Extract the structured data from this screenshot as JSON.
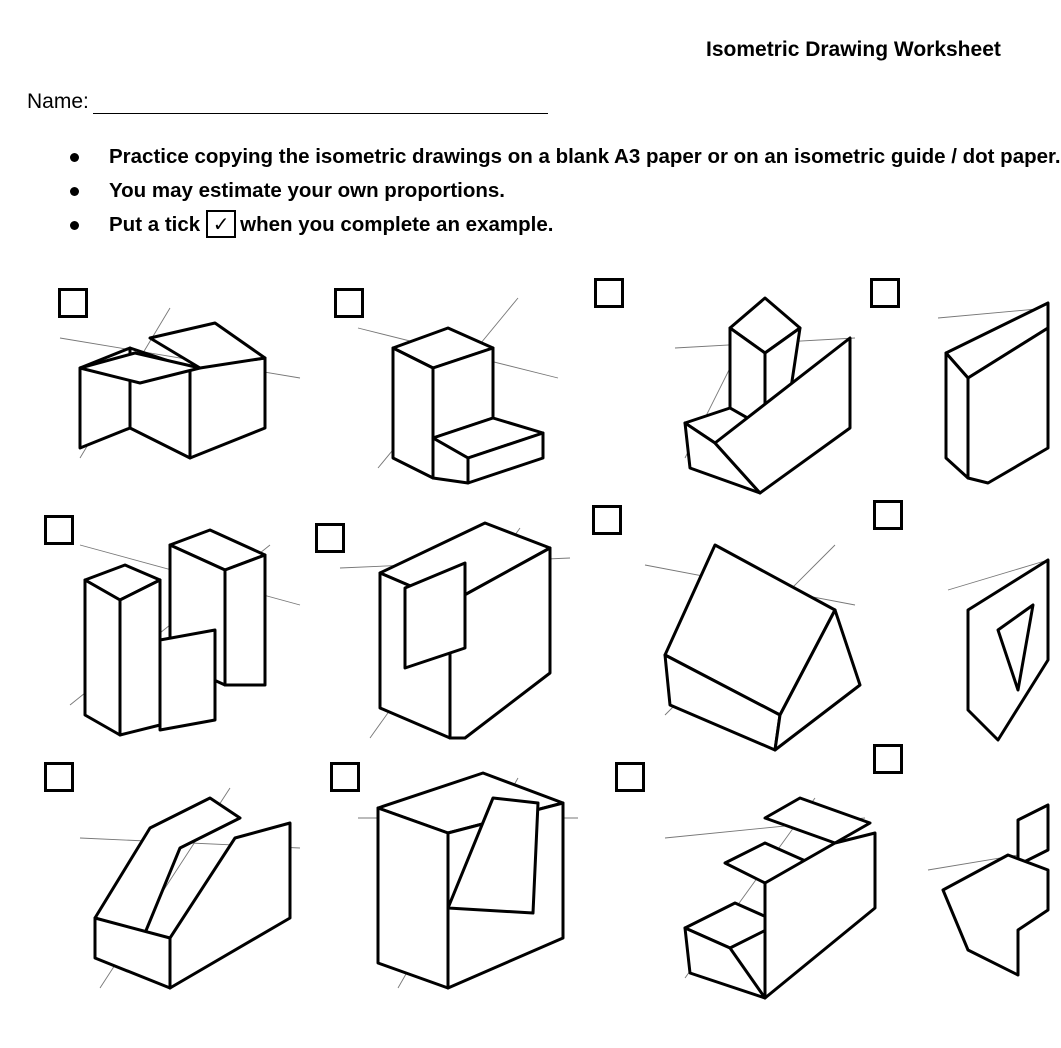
{
  "header": {
    "title": "Isometric Drawing Worksheet"
  },
  "name_label": "Name:",
  "instructions": [
    "Practice copying the isometric drawings on a blank A3 paper or on an isometric guide / dot paper.",
    "You may estimate your own proportions.",
    "Put a tick",
    "when you complete an example."
  ],
  "tick_symbol": "✓",
  "exercises": [
    {
      "id": 1,
      "checked": false
    },
    {
      "id": 2,
      "checked": false
    },
    {
      "id": 3,
      "checked": false
    },
    {
      "id": 4,
      "checked": false
    },
    {
      "id": 5,
      "checked": false
    },
    {
      "id": 6,
      "checked": false
    },
    {
      "id": 7,
      "checked": false
    },
    {
      "id": 8,
      "checked": false
    },
    {
      "id": 9,
      "checked": false
    },
    {
      "id": 10,
      "checked": false
    },
    {
      "id": 11,
      "checked": false
    },
    {
      "id": 12,
      "checked": false
    }
  ]
}
